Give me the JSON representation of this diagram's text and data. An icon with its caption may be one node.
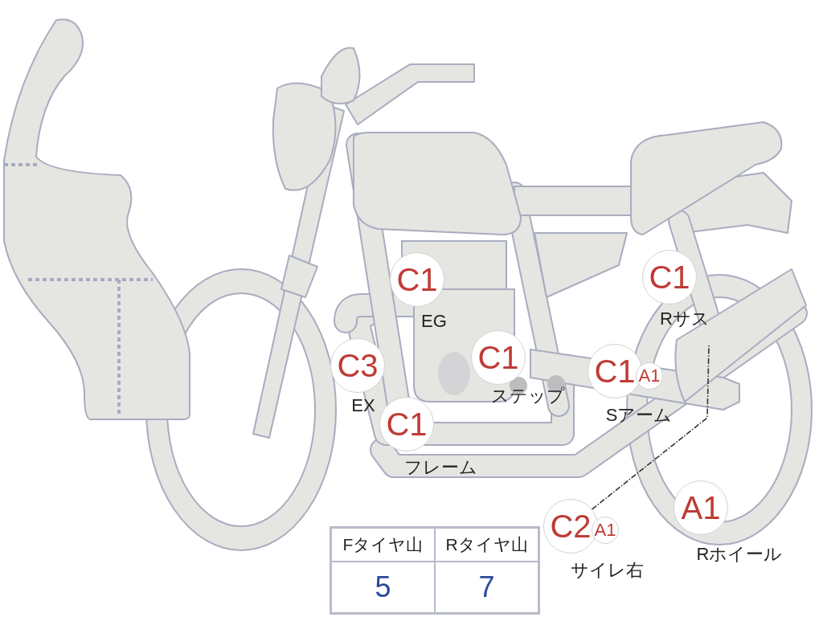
{
  "diagram": {
    "nodes": [
      {
        "text": [
          "C1"
        ],
        "beside": [
          "EG"
        ]
      },
      {
        "text": [
          "C1"
        ],
        "beside": [
          "Rサス"
        ]
      },
      {
        "text": [
          "C3"
        ],
        "beside": [
          "EX"
        ]
      },
      {
        "text": [
          "C1"
        ],
        "beside": [
          "ステップ"
        ]
      },
      {
        "text": [
          "C1"
        ],
        "beside": [
          "Sアーム"
        ]
      },
      {
        "text": [
          "A1"
        ]
      },
      {
        "text": [
          "C1"
        ],
        "beside": [
          "フレーム"
        ]
      },
      {
        "text": [
          "C2"
        ],
        "beside": [
          "サイレ右"
        ]
      },
      {
        "text": [
          "A1"
        ]
      },
      {
        "text": [
          "A1"
        ],
        "beside": [
          "Rホイール"
        ]
      },
      {
        "text": [],
        "shape": "picture"
      }
    ],
    "edges": [
      {
        "from": 7,
        "to": 10,
        "arrow": "none",
        "style": "dashed"
      }
    ],
    "labels": [
      "Fタイヤ山",
      "Rタイヤ山",
      "5",
      "7"
    ]
  }
}
